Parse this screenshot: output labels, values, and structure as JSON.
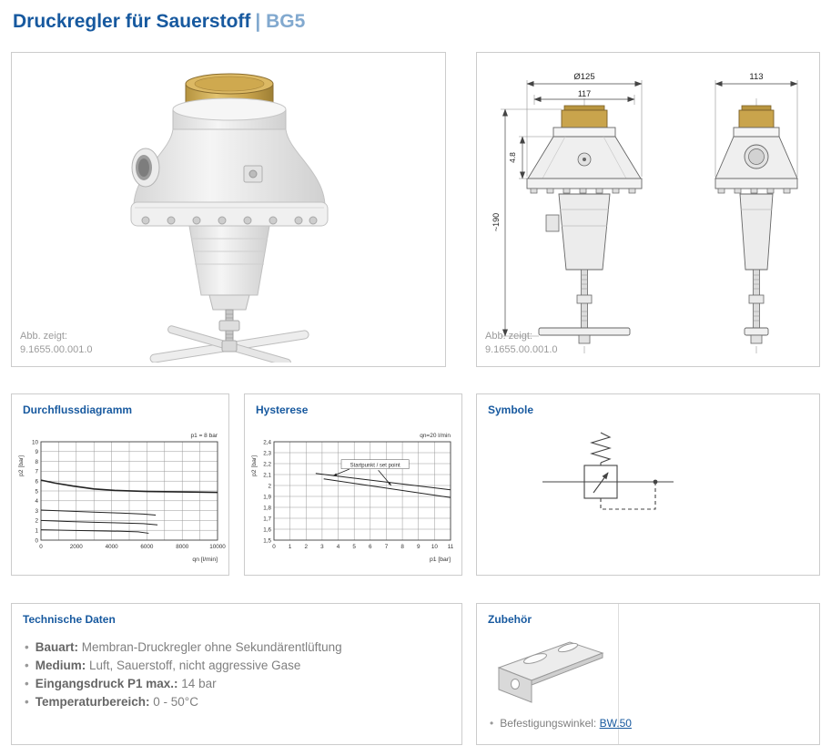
{
  "header": {
    "title": "Druckregler für Sauerstoff",
    "suffix": "| BG5"
  },
  "photo_panel": {
    "caption_label": "Abb. zeigt:",
    "caption_value": "9.1655.00.001.0"
  },
  "drawing_panel": {
    "caption_label": "Abb. zeigt:",
    "caption_value": "9.1655.00.001.0",
    "dims": {
      "diameter": "Ø125",
      "top_width": "117",
      "side_width": "113",
      "cap_height": "4.8",
      "total_height": "~190"
    }
  },
  "panels": {
    "flow_title": "Durchflussdiagramm",
    "hysteresis_title": "Hysterese",
    "symbols_title": "Symbole",
    "tech_title": "Technische Daten",
    "accessories_title": "Zubehör"
  },
  "tech": {
    "items": [
      {
        "label": "Bauart:",
        "text": " Membran-Druckregler ohne Sekundärentlüftung"
      },
      {
        "label": "Medium:",
        "text": " Luft, Sauerstoff, nicht aggressive Gase"
      },
      {
        "label": "Eingangsdruck P1 max.:",
        "text": " 14 bar"
      },
      {
        "label": "Temperaturbereich:",
        "text": " 0 - 50°C"
      }
    ]
  },
  "accessories": {
    "item_label": "Befestigungswinkel: ",
    "link": "BW.50"
  },
  "colors": {
    "accent": "#17599f",
    "link": "#17599f",
    "brass": "#c9a44c",
    "border": "#cccccc",
    "text_gray": "#808080"
  },
  "chart_data": [
    {
      "type": "line",
      "title": "Durchflussdiagramm",
      "xlabel": "qn [l/min]",
      "ylabel": "p2 [bar]",
      "note": "p1 = 8 bar",
      "xlim": [
        0,
        10000
      ],
      "ylim": [
        0,
        10
      ],
      "grid": true,
      "legend": false,
      "xticks": [
        0,
        1000,
        2000,
        3000,
        4000,
        5000,
        6000,
        7000,
        8000,
        9000,
        10000
      ],
      "xtick_labels": [
        "0",
        "",
        "2000",
        "",
        "4000",
        "",
        "6000",
        "",
        "8000",
        "",
        "10000"
      ],
      "yticks": [
        0,
        1,
        2,
        3,
        4,
        5,
        6,
        7,
        8,
        9,
        10
      ],
      "ytick_labels": [
        "0",
        "1",
        "2",
        "3",
        "4",
        "5",
        "6",
        "7",
        "8",
        "9",
        "10"
      ],
      "series": [
        {
          "name": "curve-6bar",
          "width": 1.6,
          "points": [
            [
              0,
              6.1
            ],
            [
              800,
              5.8
            ],
            [
              1800,
              5.5
            ],
            [
              3000,
              5.2
            ],
            [
              4200,
              5.05
            ],
            [
              6000,
              4.95
            ],
            [
              8000,
              4.9
            ],
            [
              10000,
              4.85
            ]
          ]
        },
        {
          "name": "curve-3bar",
          "width": 1,
          "points": [
            [
              0,
              3.05
            ],
            [
              1500,
              2.95
            ],
            [
              3000,
              2.85
            ],
            [
              4500,
              2.75
            ],
            [
              5800,
              2.65
            ],
            [
              6500,
              2.55
            ]
          ]
        },
        {
          "name": "curve-2bar",
          "width": 1,
          "points": [
            [
              0,
              2.0
            ],
            [
              1500,
              1.9
            ],
            [
              3000,
              1.82
            ],
            [
              4500,
              1.75
            ],
            [
              5800,
              1.68
            ],
            [
              6600,
              1.55
            ]
          ]
        },
        {
          "name": "curve-1bar",
          "width": 1,
          "points": [
            [
              0,
              1.05
            ],
            [
              1500,
              1.0
            ],
            [
              3000,
              0.95
            ],
            [
              4500,
              0.9
            ],
            [
              5500,
              0.85
            ],
            [
              6100,
              0.7
            ]
          ]
        }
      ],
      "annotations": []
    },
    {
      "type": "line",
      "title": "Hysterese",
      "xlabel": "p1 [bar]",
      "ylabel": "p2 [bar]",
      "note": "qn=20 l/min",
      "xlim": [
        0,
        11
      ],
      "ylim": [
        1.5,
        2.4
      ],
      "grid": true,
      "legend": false,
      "xticks": [
        0,
        1,
        2,
        3,
        4,
        5,
        6,
        7,
        8,
        9,
        10,
        11
      ],
      "xtick_labels": [
        "0",
        "1",
        "2",
        "3",
        "4",
        "5",
        "6",
        "7",
        "8",
        "9",
        "10",
        "11"
      ],
      "yticks": [
        1.5,
        1.6,
        1.7,
        1.8,
        1.9,
        2.0,
        2.1,
        2.2,
        2.3,
        2.4
      ],
      "ytick_labels": [
        "1,5",
        "1,6",
        "1,7",
        "1,8",
        "1,9",
        "2",
        "2,1",
        "2,2",
        "2,3",
        "2,4"
      ],
      "series": [
        {
          "name": "upper-branch",
          "width": 1,
          "points": [
            [
              2.6,
              2.11
            ],
            [
              11,
              1.96
            ]
          ]
        },
        {
          "name": "lower-branch",
          "width": 1,
          "points": [
            [
              3.1,
              2.06
            ],
            [
              11,
              1.89
            ]
          ]
        }
      ],
      "annotations": [
        {
          "type": "text",
          "x": 6.3,
          "y": 2.19,
          "text": "Startpunkt / set point",
          "box": true
        },
        {
          "type": "arrow",
          "x1": 4.7,
          "y1": 2.15,
          "x2": 3.7,
          "y2": 2.09
        },
        {
          "type": "arrow",
          "x1": 6.5,
          "y1": 2.14,
          "x2": 7.3,
          "y2": 2.0
        }
      ]
    }
  ]
}
